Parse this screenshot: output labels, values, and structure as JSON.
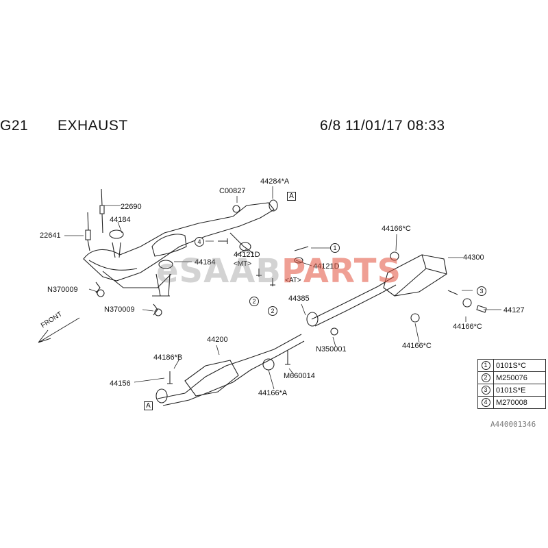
{
  "header": {
    "code": "G21",
    "title": "EXHAUST",
    "datetime": "6/8 11/01/17 08:33"
  },
  "labels": {
    "l_22690": "22690",
    "l_44184_top": "44184",
    "l_22641": "22641",
    "l_c00827": "C00827",
    "l_44284a": "44284*A",
    "l_44121d_mt": "44121D",
    "l_mt": "<MT>",
    "l_44184_mid": "44184",
    "l_44121d_at": "44121D",
    "l_at": "<AT>",
    "l_n370009_a": "N370009",
    "l_n370009_b": "N370009",
    "l_44166c_top": "44166*C",
    "l_44300": "44300",
    "l_44385": "44385",
    "l_n350001": "N350001",
    "l_44166c_right": "44166*C",
    "l_44127": "44127",
    "l_44166c_bottom": "44166*C",
    "l_44200": "44200",
    "l_44186b": "44186*B",
    "l_44156": "44156",
    "l_m660014": "M660014",
    "l_44166a": "44166*A",
    "front": "FRONT",
    "ref_a_top": "A",
    "ref_a_bottom": "A",
    "c1": "1",
    "c2a": "2",
    "c2b": "2",
    "c3": "3",
    "c4": "4"
  },
  "legend": [
    {
      "num": "1",
      "part": "0101S*C"
    },
    {
      "num": "2",
      "part": "M250076"
    },
    {
      "num": "3",
      "part": "0101S*E"
    },
    {
      "num": "4",
      "part": "M270008"
    }
  ],
  "watermark": {
    "left": "eSAAB",
    "right": "PARTS"
  },
  "figure_id": "A440001346"
}
